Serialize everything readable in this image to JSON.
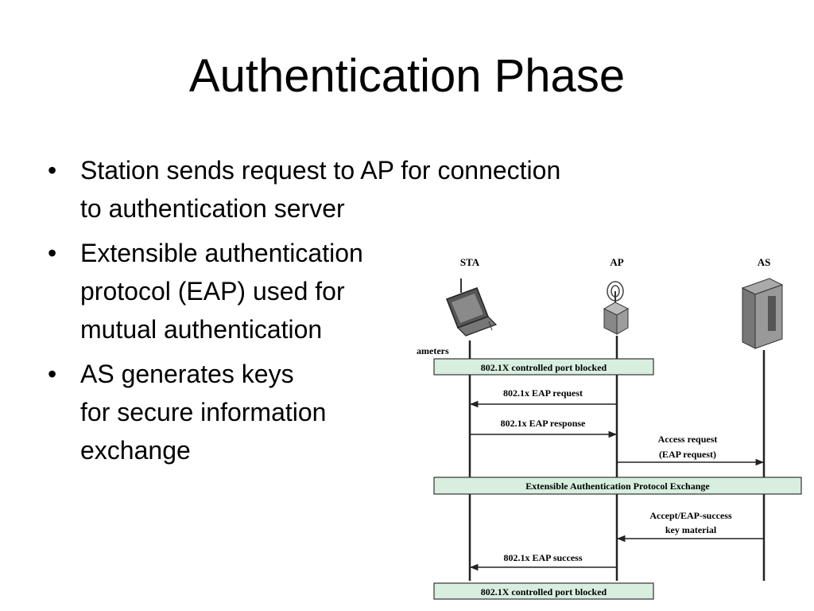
{
  "slide": {
    "title": "Authentication Phase",
    "bullets": [
      {
        "lines": [
          "Station sends request to AP for connection",
          "to authentication server"
        ]
      },
      {
        "lines": [
          "Extensible authentication",
          "protocol (EAP) used for",
          "mutual authentication"
        ]
      },
      {
        "lines": [
          "AS generates keys",
          "for secure information",
          "exchange"
        ]
      }
    ],
    "bullet_char": "•"
  },
  "diagram": {
    "nodes": {
      "sta": "STA",
      "ap": "AP",
      "as": "AS"
    },
    "cut_label": "ameters",
    "bands": {
      "blocked_top": "802.1X controlled port blocked",
      "eap_exchange": "Extensible Authentication Protocol Exchange",
      "blocked_bottom": "802.1X controlled port blocked"
    },
    "messages": {
      "eap_request": "802.1x EAP request",
      "eap_response": "802.1x EAP response",
      "access_request_1": "Access request",
      "access_request_2": "(EAP request)",
      "accept_1": "Accept/EAP-success",
      "accept_2": "key material",
      "eap_success": "802.1x EAP success"
    },
    "colors": {
      "band_fill": "#d8efe0",
      "lifeline": "#222222"
    }
  }
}
